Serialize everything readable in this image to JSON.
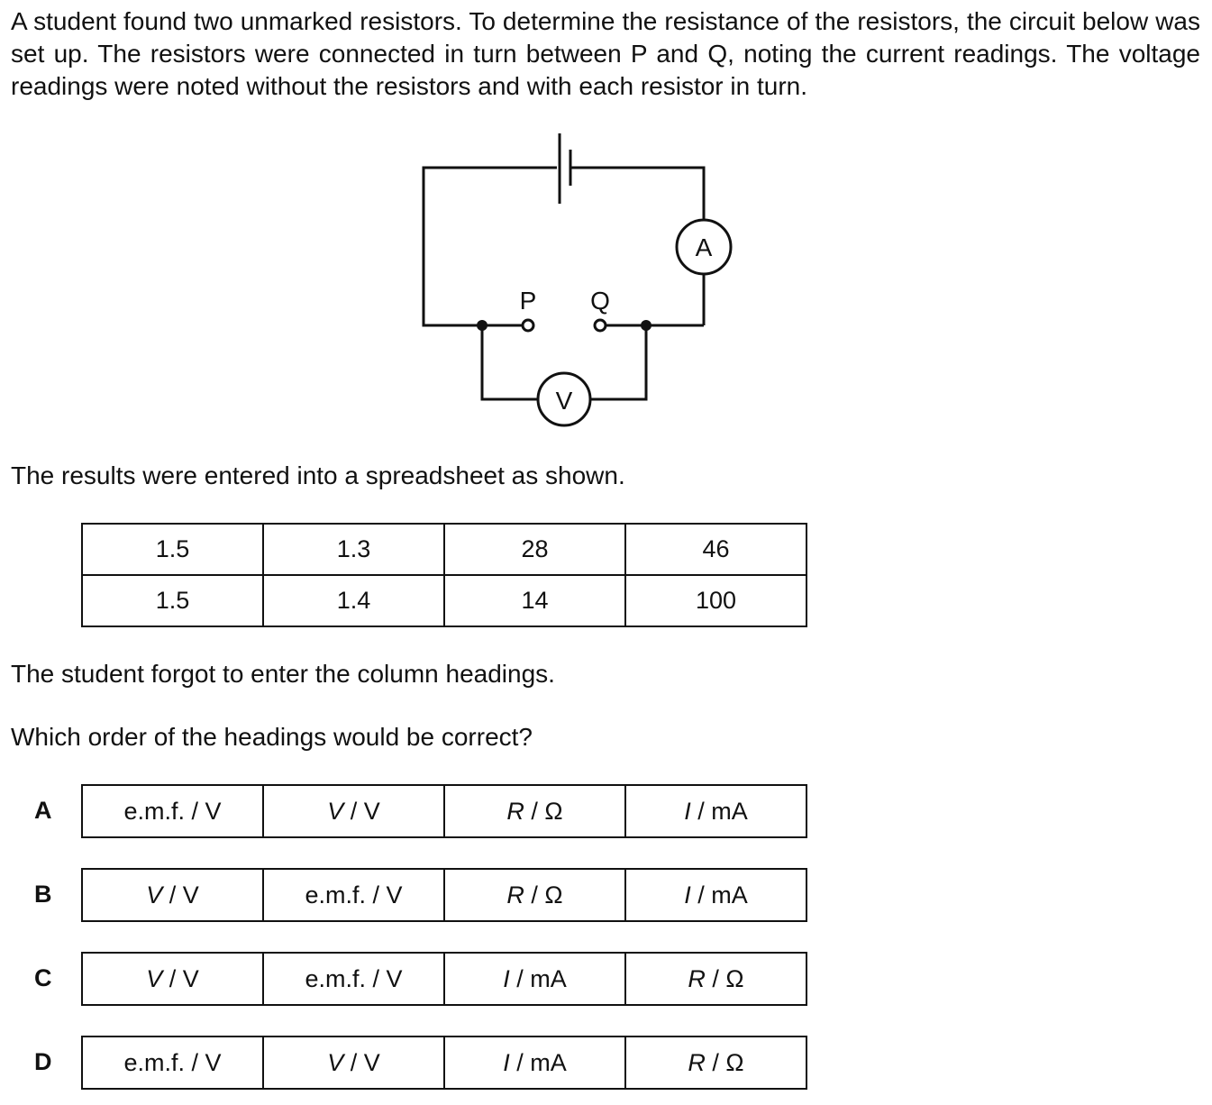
{
  "intro": "A student found two unmarked resistors. To determine the resistance of the resistors, the circuit below was set up. The resistors were connected in turn between P and Q, noting the current readings. The voltage readings were noted without the resistors and with each resistor in turn.",
  "circuit": {
    "ammeter_label": "A",
    "voltmeter_label": "V",
    "terminal_p": "P",
    "terminal_q": "Q"
  },
  "results_text": "The results were entered into a spreadsheet as shown.",
  "table_rows": [
    [
      "1.5",
      "1.3",
      "28",
      "46"
    ],
    [
      "1.5",
      "1.4",
      "14",
      "100"
    ]
  ],
  "forgot_text": "The student forgot to enter the column headings.",
  "question": "Which order of the headings would be correct?",
  "options": [
    {
      "letter": "A",
      "cells": [
        "e.m.f. / V",
        "V / V",
        "R / Ω",
        "I / mA"
      ]
    },
    {
      "letter": "B",
      "cells": [
        "V / V",
        "e.m.f. / V",
        "R / Ω",
        "I / mA"
      ]
    },
    {
      "letter": "C",
      "cells": [
        "V / V",
        "e.m.f. / V",
        "I / mA",
        "R / Ω"
      ]
    },
    {
      "letter": "D",
      "cells": [
        "e.m.f. / V",
        "V / V",
        "I / mA",
        "R / Ω"
      ]
    }
  ]
}
